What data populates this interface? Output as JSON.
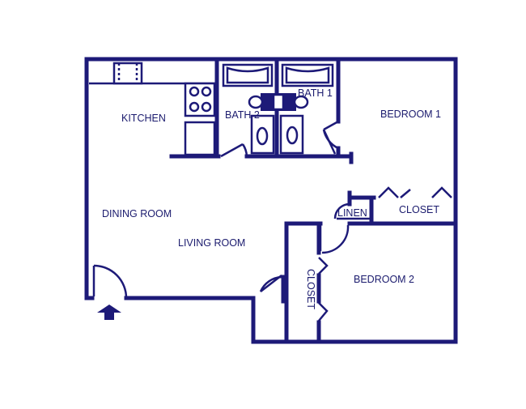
{
  "floorplan": {
    "rooms": {
      "kitchen": "KITCHEN",
      "bath2": "BATH 2",
      "bath1": "BATH 1",
      "bedroom1": "BEDROOM 1",
      "dining_room": "DINING ROOM",
      "living_room": "LIVING ROOM",
      "linen": "LINEN",
      "closet1": "CLOSET",
      "closet2": "CLOSET",
      "bedroom2": "BEDROOM 2"
    },
    "colors": {
      "line": "#1d1a78",
      "background": "#ffffff"
    },
    "icons": {
      "entry": "entry-arrow-icon"
    }
  }
}
